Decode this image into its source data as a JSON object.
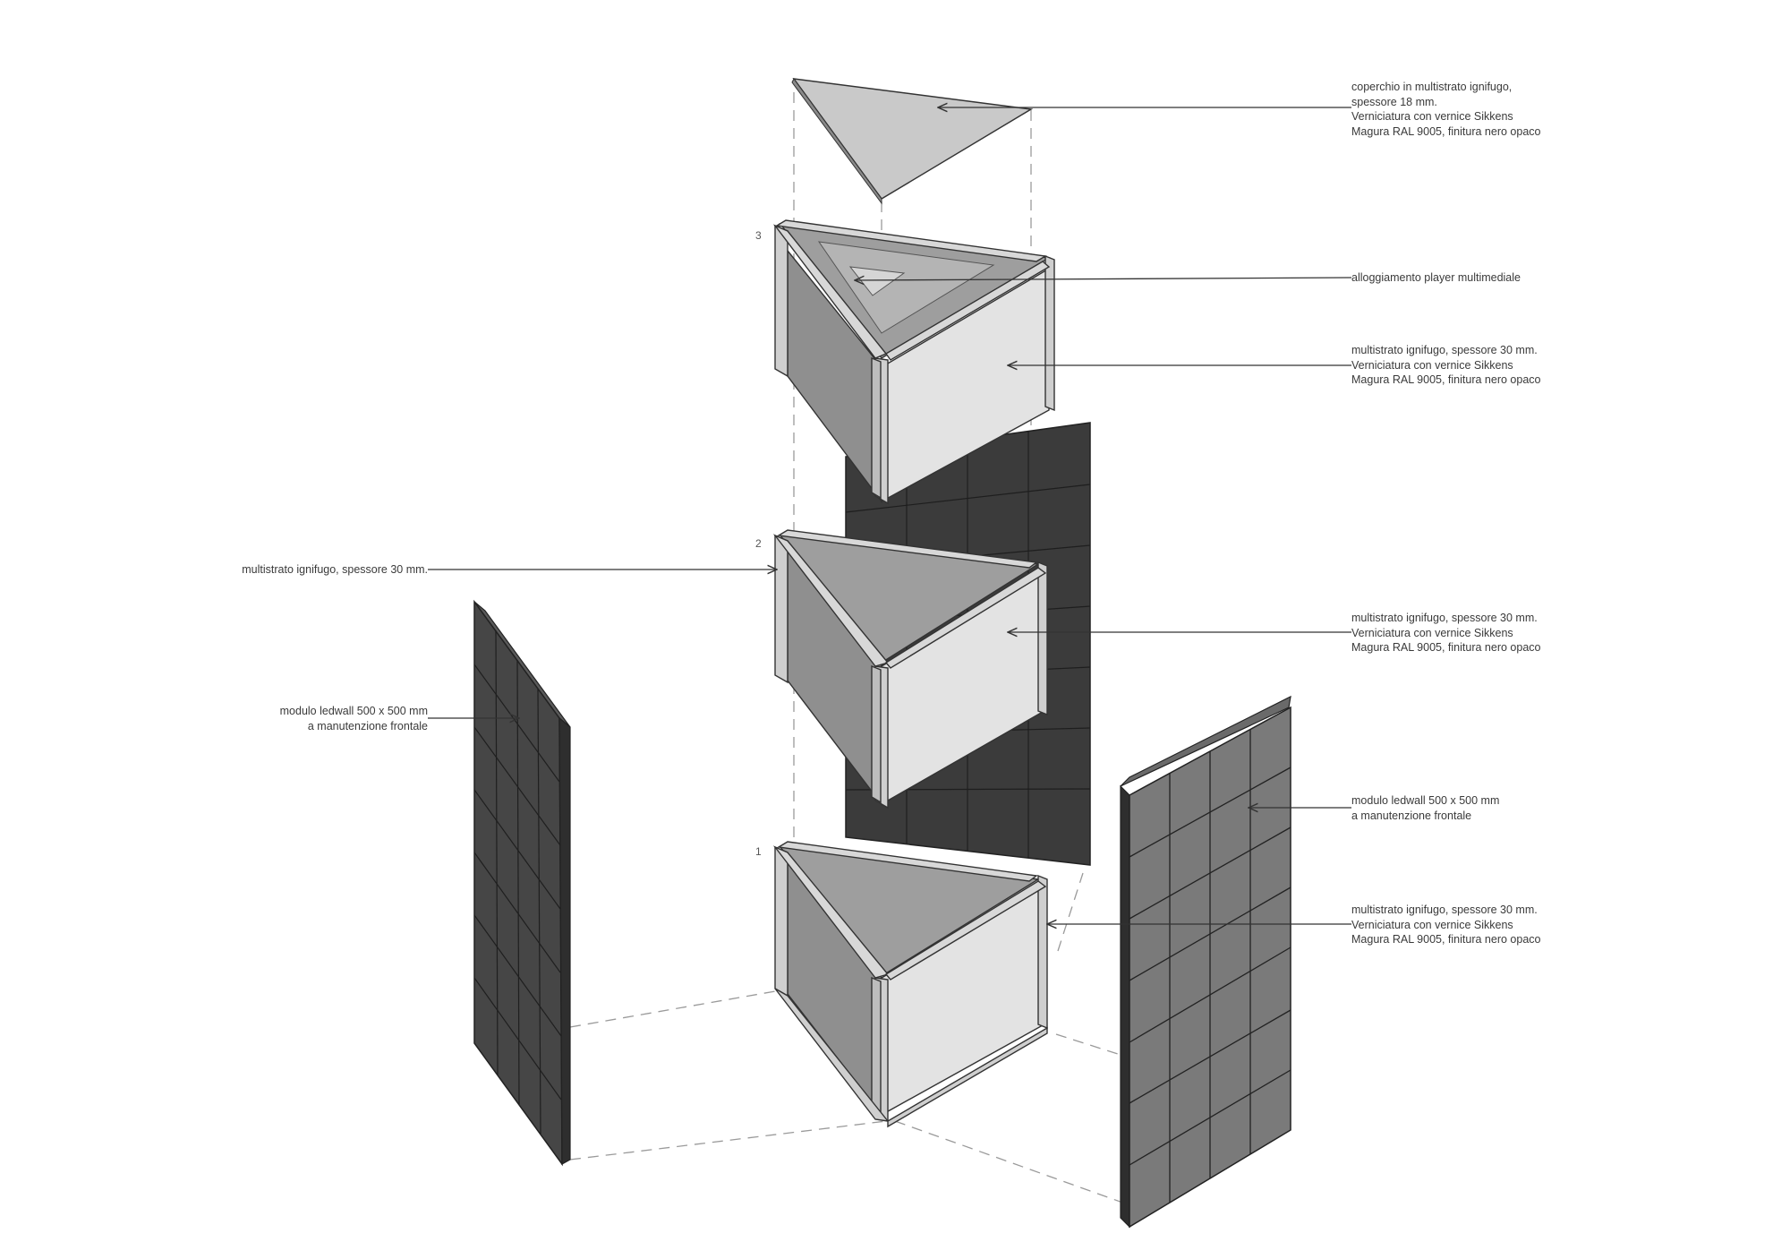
{
  "levels": [
    "1",
    "2",
    "3"
  ],
  "annotations": {
    "cover": [
      "coperchio in multistrato ignifugo,",
      "spessore 18 mm.",
      "Verniciatura con vernice Sikkens",
      "Magura RAL 9005, finitura nero opaco"
    ],
    "player": [
      "alloggiamento player multimediale"
    ],
    "module3": [
      "multistrato ignifugo, spessore 30 mm.",
      "Verniciatura con vernice Sikkens",
      "Magura RAL 9005, finitura nero opaco"
    ],
    "module2_left": [
      "multistrato ignifugo, spessore 30 mm."
    ],
    "module2": [
      "multistrato ignifugo, spessore 30 mm.",
      "Verniciatura con vernice Sikkens",
      "Magura RAL 9005, finitura nero opaco"
    ],
    "ledwall_left": [
      "modulo ledwall 500 x 500 mm",
      "a manutenzione frontale"
    ],
    "ledwall_right": [
      "modulo ledwall 500 x 500 mm",
      "a manutenzione frontale"
    ],
    "module1": [
      "multistrato ignifugo, spessore 30 mm.",
      "Verniciatura con vernice Sikkens",
      "Magura RAL 9005, finitura nero opaco"
    ]
  },
  "colors": {
    "ledwall_back": "#3b3b3b",
    "ledwall_right": "#7a7a7a",
    "ledwall_left": "#4a4a4a",
    "panel_light": "#e4e4e4",
    "panel_mid": "#bdbdbd",
    "panel_dark": "#8e8e8e",
    "frame": "#cfcfcf"
  }
}
